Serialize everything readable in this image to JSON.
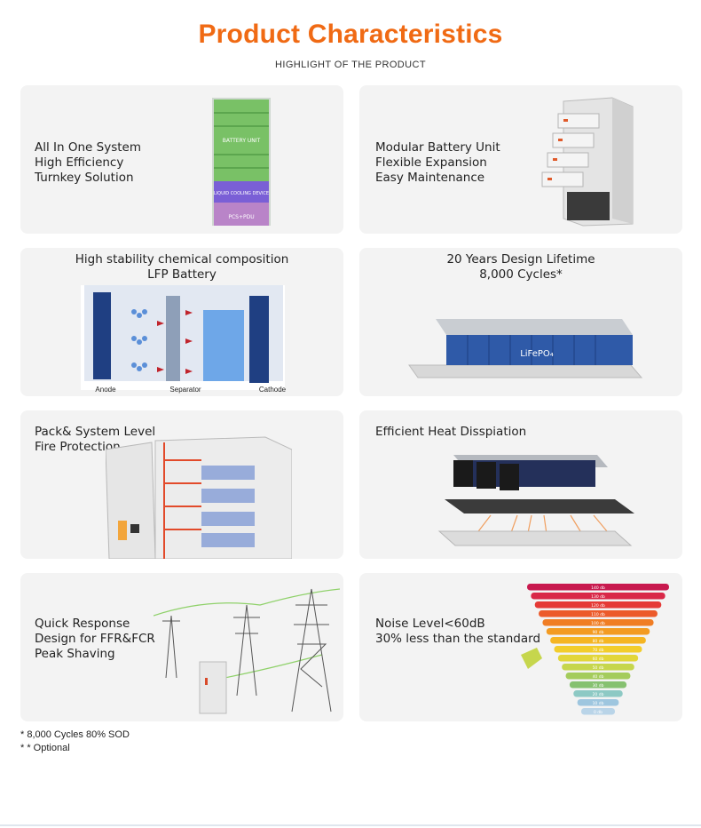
{
  "header": {
    "title": "Product Characteristics",
    "subtitle": "HIGHLIGHT OF THE PRODUCT"
  },
  "cards": {
    "c1": {
      "lines": [
        "All In One System",
        "High Efficiency",
        "Turnkey Solution"
      ],
      "figure_labels": {
        "battery": "BATTERY UNIT",
        "cooling": "LIQUID COOLING DEVICE",
        "pcs": "PCS+PDU"
      }
    },
    "c2": {
      "lines": [
        "Modular Battery Unit",
        "Flexible Expansion",
        "Easy Maintenance"
      ]
    },
    "c3": {
      "lines": [
        "High stability chemical composition",
        "LFP Battery"
      ],
      "figure_labels": {
        "anode": "Anode",
        "separator": "Separator",
        "cathode": "Cathode"
      }
    },
    "c4": {
      "lines": [
        "20 Years Design Lifetime",
        "8,000 Cycles*"
      ],
      "figure_labels": {
        "chem": "LiFePO₄"
      }
    },
    "c5": {
      "lines": [
        "Pack& System Level",
        "Fire Protection"
      ]
    },
    "c6": {
      "lines": [
        "Efficient Heat Disspiation"
      ]
    },
    "c7": {
      "lines": [
        "Quick Response",
        "Design for FFR&FCR",
        "Peak Shaving"
      ]
    },
    "c8": {
      "lines": [
        "Noise Level<60dB",
        "30% less than the standard"
      ],
      "noise_levels": [
        "140 db",
        "130 db",
        "120 db",
        "110 db",
        "100 db",
        "90 db",
        "80 db",
        "70 db",
        "60 db",
        "50 db",
        "40 db",
        "30 db",
        "20 db",
        "10 db",
        "0 db"
      ],
      "noise_colors": [
        "#c8194e",
        "#d92848",
        "#e53a36",
        "#ec5a2a",
        "#f07d24",
        "#f39b22",
        "#f5b523",
        "#f2cd2c",
        "#e2d63a",
        "#c6d64d",
        "#a4cc5c",
        "#86c170",
        "#8dc9c4",
        "#9ec6df",
        "#b9d4e8"
      ]
    }
  },
  "footnotes": [
    "* 8,000 Cycles 80% SOD",
    "* * Optional"
  ],
  "colors": {
    "accent": "#f06a14",
    "card_bg": "#f3f3f3"
  }
}
